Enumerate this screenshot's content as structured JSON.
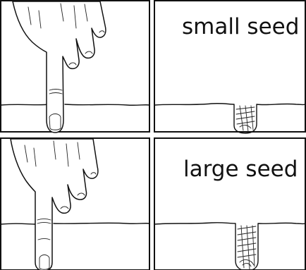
{
  "panels": [
    {
      "id": "small-finger",
      "caption": ""
    },
    {
      "id": "small-hole",
      "caption": "small seed"
    },
    {
      "id": "large-finger",
      "caption": ""
    },
    {
      "id": "large-hole",
      "caption": "large seed"
    }
  ]
}
